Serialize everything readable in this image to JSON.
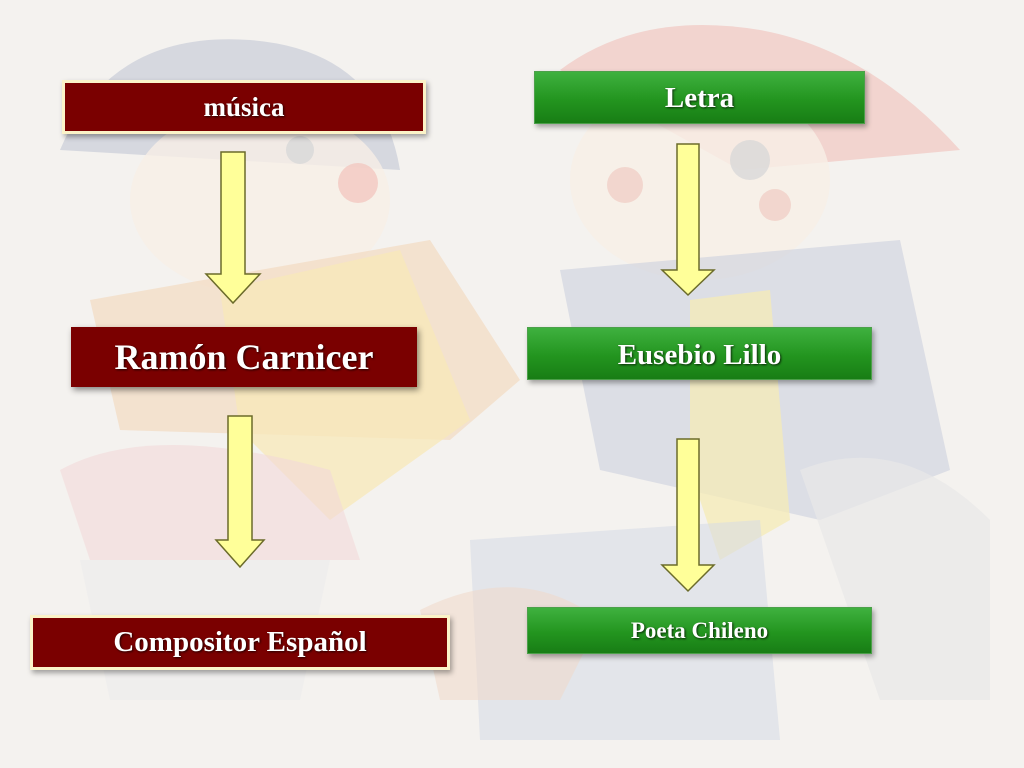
{
  "diagram": {
    "left_column": {
      "top_label": "música",
      "middle_label": "Ramón Carnicer",
      "bottom_label": "Compositor Español"
    },
    "right_column": {
      "top_label": "Letra",
      "middle_label": "Eusebio Lillo",
      "bottom_label": "Poeta Chileno"
    }
  },
  "colors": {
    "red_box": "#7a0000",
    "red_box_border": "#fbf3c8",
    "green_box": "#23951f",
    "arrow_fill": "#ffff99",
    "arrow_stroke": "#6b6b2a"
  }
}
